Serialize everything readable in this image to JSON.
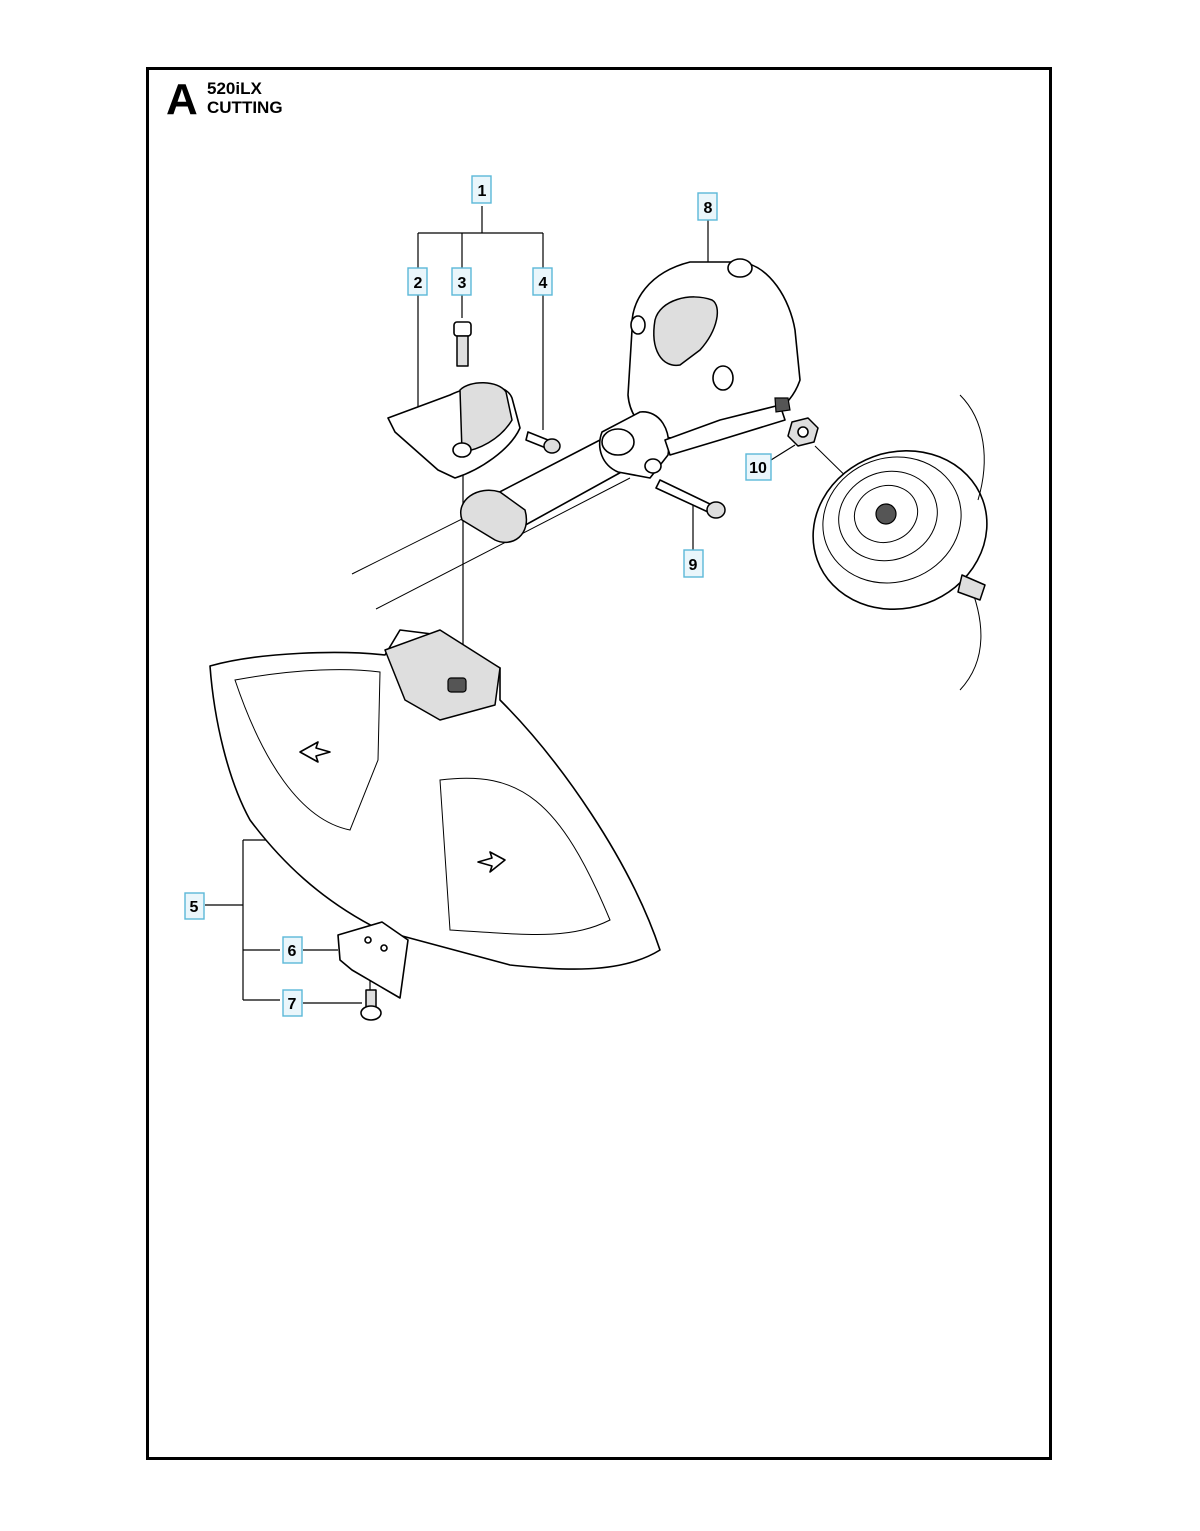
{
  "header": {
    "section_letter": "A",
    "model": "520iLX",
    "title": "CUTTING"
  },
  "callouts": [
    {
      "id": "c1",
      "label": "1"
    },
    {
      "id": "c2",
      "label": "2"
    },
    {
      "id": "c3",
      "label": "3"
    },
    {
      "id": "c4",
      "label": "4"
    },
    {
      "id": "c5",
      "label": "5"
    },
    {
      "id": "c6",
      "label": "6"
    },
    {
      "id": "c7",
      "label": "7"
    },
    {
      "id": "c8",
      "label": "8"
    },
    {
      "id": "c9",
      "label": "9"
    },
    {
      "id": "c10",
      "label": "10"
    }
  ],
  "colors": {
    "callout_fill": "#eaf6fb",
    "callout_border": "#5bb8d8",
    "frame": "#000000"
  }
}
